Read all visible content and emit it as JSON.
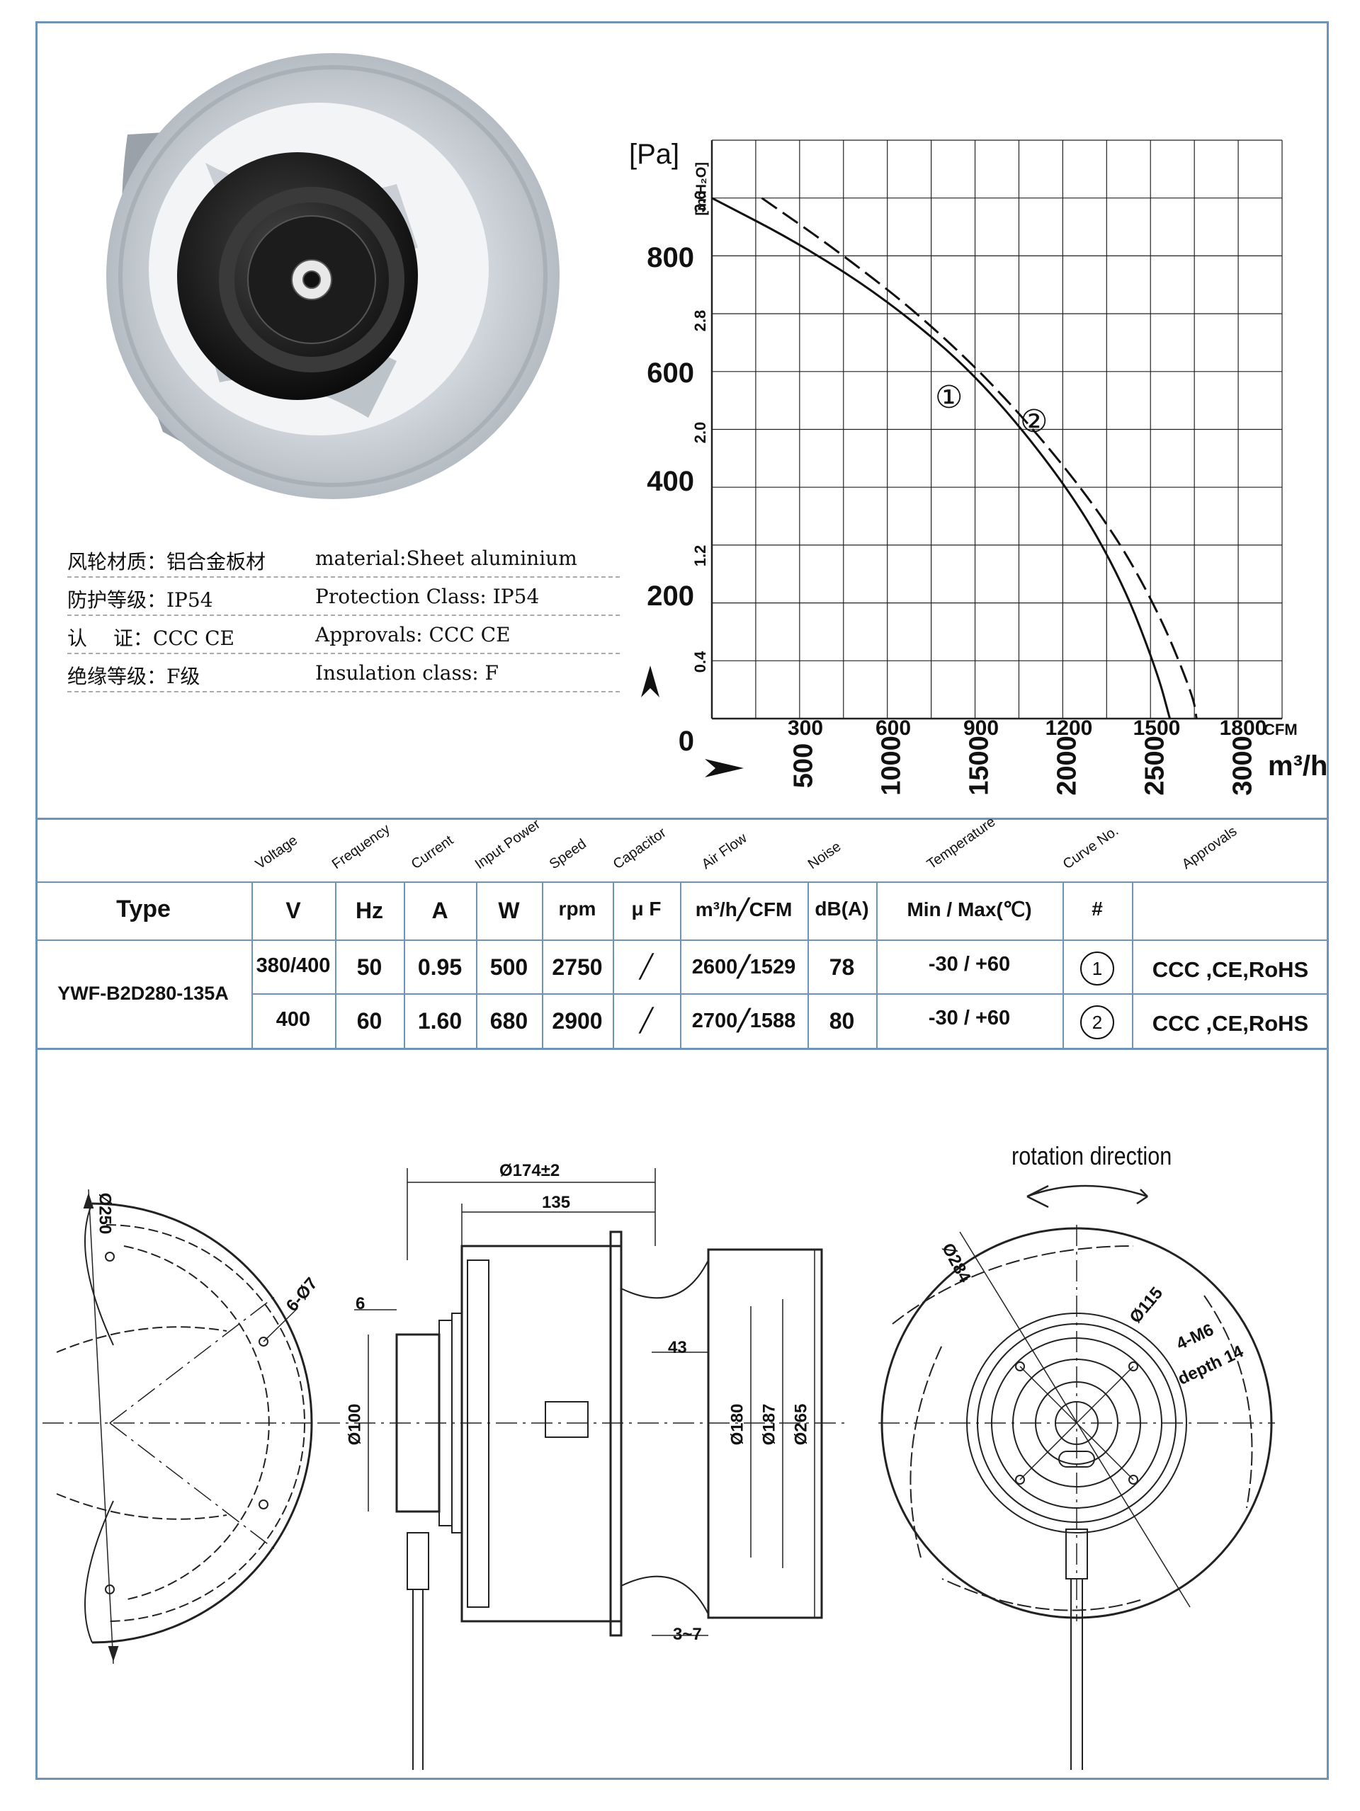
{
  "specs": [
    {
      "cn": "风轮材质：铝合金板材",
      "en": "material:Sheet aluminium"
    },
    {
      "cn": "防护等级：IP54",
      "en": "Protection Class: IP54"
    },
    {
      "cn": "认　 证：CCC CE",
      "en": "Approvals: CCC  CE"
    },
    {
      "cn": "绝缘等级：F级",
      "en": "Insulation class: F"
    }
  ],
  "chart_data": {
    "type": "line",
    "y_unit_primary": "[Pa]",
    "y_unit_secondary": "[in.H₂O]",
    "y_ticks_pa": [
      "0",
      "200",
      "400",
      "600",
      "800"
    ],
    "y_ticks_inh2o": [
      "0.4",
      "1.2",
      "2.0",
      "2.8",
      "3.6"
    ],
    "x_unit_primary": "m³/h",
    "x_unit_secondary": "CFM",
    "x_ticks_m3h": [
      "500",
      "1000",
      "1500",
      "2000",
      "2500",
      "3000"
    ],
    "x_ticks_cfm": [
      "300",
      "600",
      "900",
      "1200",
      "1500",
      "1800"
    ],
    "xlim": [
      0,
      3200
    ],
    "ylim": [
      0,
      1000
    ],
    "series": [
      {
        "name": "1",
        "style": "solid",
        "x": [
          0,
          500,
          1000,
          1500,
          2000,
          2300,
          2500,
          2570
        ],
        "y": [
          900,
          820,
          720,
          590,
          400,
          240,
          80,
          0
        ]
      },
      {
        "name": "2",
        "style": "dashed",
        "x": [
          280,
          700,
          1200,
          1700,
          2200,
          2500,
          2700,
          2720
        ],
        "y": [
          900,
          810,
          690,
          540,
          350,
          190,
          40,
          0
        ]
      }
    ],
    "curve_labels": [
      "①",
      "②"
    ]
  },
  "table": {
    "headers": [
      "Voltage",
      "Frequency",
      "Current",
      "Input Power",
      "Speed",
      "Capacitor",
      "Air Flow",
      "Noise",
      "Temperature",
      "Curve No.",
      "Approvals"
    ],
    "type_label": "Type",
    "units": [
      "V",
      "Hz",
      "A",
      "W",
      "rpm",
      "μ F",
      "m³/h╱CFM",
      "dB(A)",
      "Min / Max(℃)",
      "#",
      ""
    ],
    "model": "YWF-B2D280-135A",
    "rows": [
      {
        "voltage": "380/400",
        "frequency": "50",
        "current": "0.95",
        "power": "500",
        "speed": "2750",
        "capacitor": "╱",
        "airflow": "2600╱1529",
        "noise": "78",
        "temperature": "-30 / +60",
        "curve": "1",
        "approvals": "CCC ,CE,RoHS"
      },
      {
        "voltage": "400",
        "frequency": "60",
        "current": "1.60",
        "power": "680",
        "speed": "2900",
        "capacitor": "╱",
        "airflow": "2700╱1588",
        "noise": "80",
        "temperature": "-30 / +60",
        "curve": "2",
        "approvals": "CCC ,CE,RoHS"
      }
    ]
  },
  "drawing": {
    "rotation_label": "rotation direction",
    "dims": {
      "d250": "Ø250",
      "holes": "6-Ø7",
      "d174": "Ø174±2",
      "l135": "135",
      "l6": "6",
      "l43": "43",
      "d100": "Ø100",
      "d180": "Ø180",
      "d187": "Ø187",
      "d265": "Ø265",
      "l37": "3~7",
      "d284": "Ø284",
      "d115": "Ø115",
      "m6": "4-M6",
      "depth": "depth 14"
    }
  }
}
